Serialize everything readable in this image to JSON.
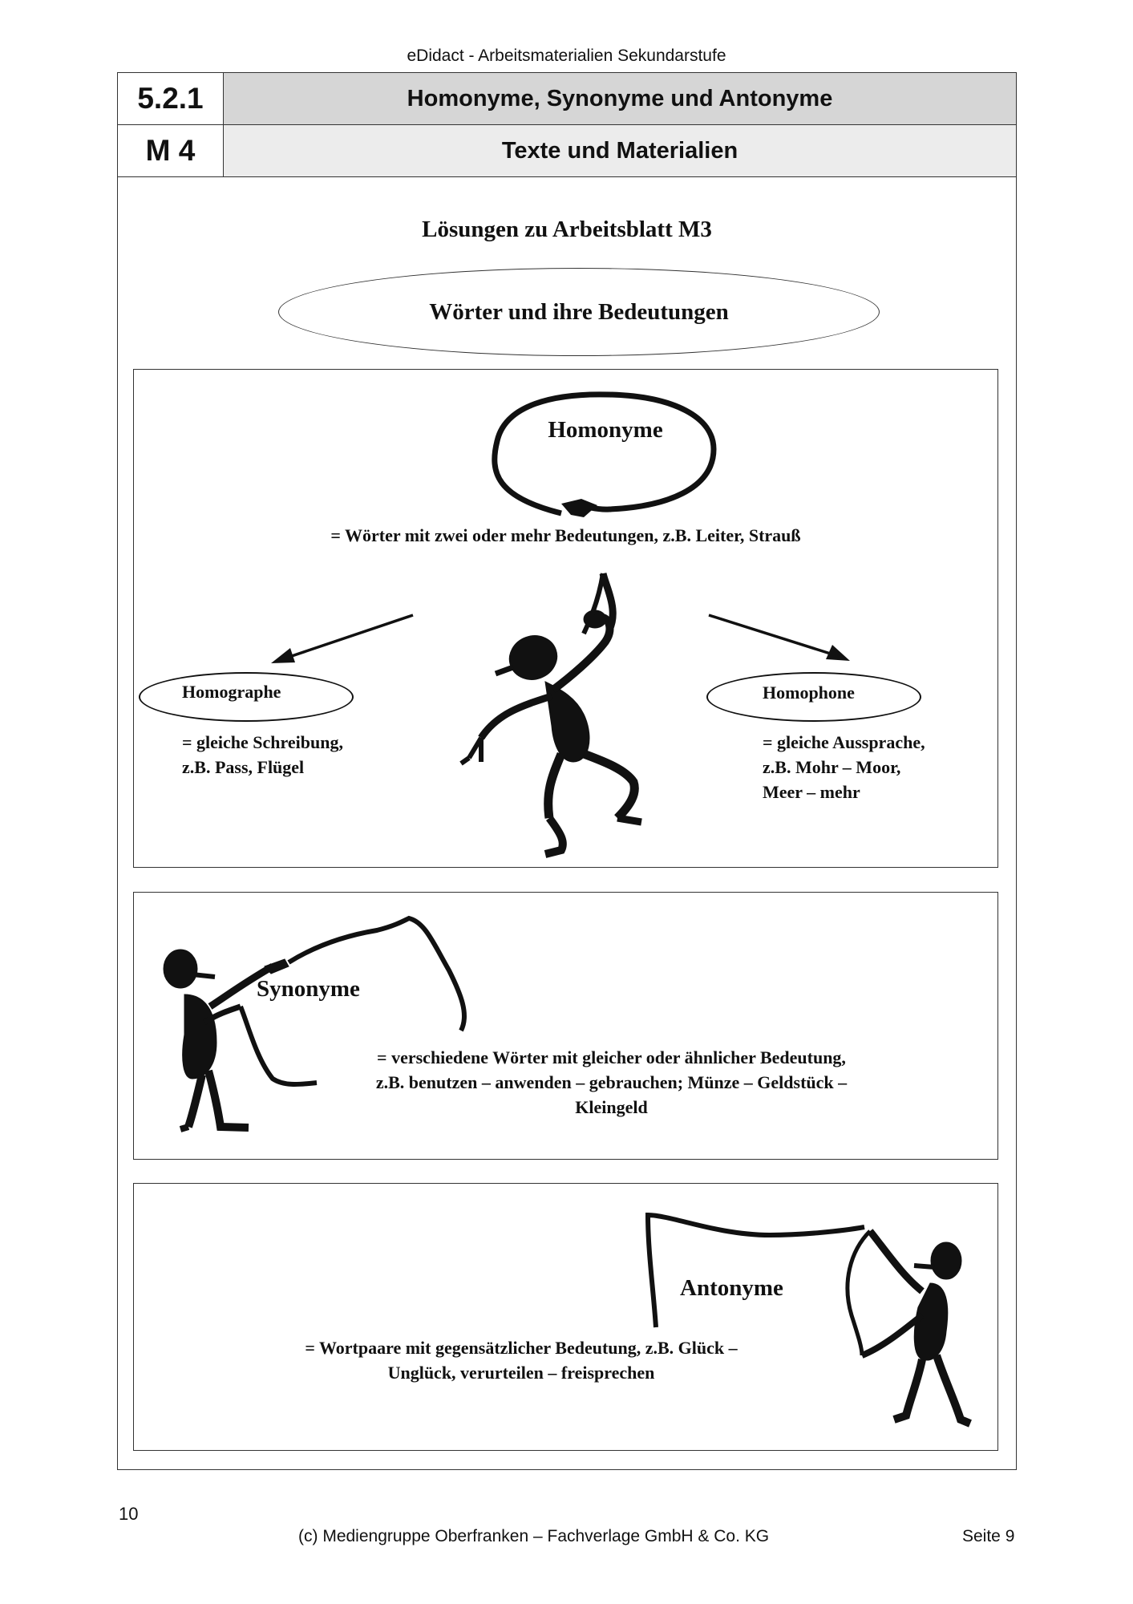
{
  "header": {
    "publisher_line": "eDidact - Arbeitsmaterialien Sekundarstufe",
    "section_number": "5.2.1",
    "section_title": "Homonyme, Synonyme und Antonyme",
    "material_number": "M 4",
    "material_title": "Texte und Materialien"
  },
  "content": {
    "title": "Lösungen zu Arbeitsblatt M3",
    "subtitle": "Wörter und ihre Bedeutungen",
    "homonyme": {
      "label": "Homonyme",
      "definition": "= Wörter mit zwei oder mehr Bedeutungen, z.B. Leiter, Strauß",
      "homographe": {
        "label": "Homographe",
        "lines": [
          "= gleiche Schreibung,",
          "z.B. Pass, Flügel"
        ]
      },
      "homophone": {
        "label": "Homophone",
        "lines": [
          "= gleiche Aussprache,",
          "z.B. Mohr – Moor,",
          "Meer – mehr"
        ]
      }
    },
    "synonyme": {
      "label": "Synonyme",
      "lines": [
        "= verschiedene Wörter mit gleicher oder ähnlicher Bedeutung,",
        "z.B. benutzen – anwenden – gebrauchen; Münze – Geldstück –",
        "Kleingeld"
      ]
    },
    "antonyme": {
      "label": "Antonyme",
      "lines": [
        "= Wortpaare mit gegensätzlicher Bedeutung, z.B. Glück –",
        "Unglück, verurteilen – freisprechen"
      ]
    }
  },
  "footer": {
    "page_number": "10",
    "copyright": "(c) Mediengruppe Oberfranken – Fachverlage GmbH & Co. KG",
    "page_label": "Seite 9"
  }
}
